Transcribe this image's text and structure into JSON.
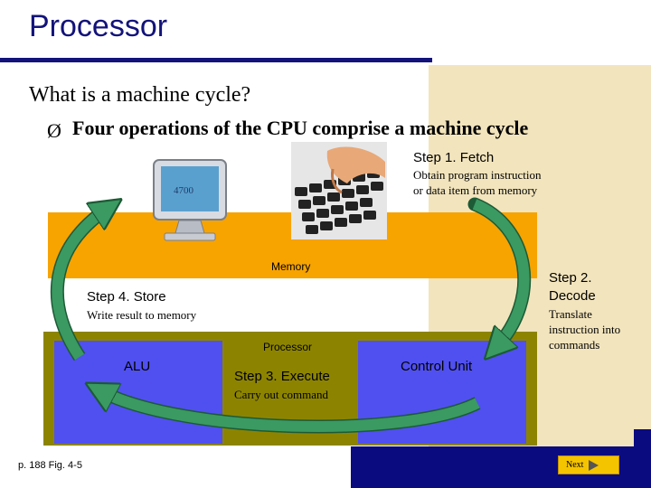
{
  "title": "Processor",
  "question": "What is a machine cycle?",
  "bullet": {
    "marker": "Ø",
    "text": "Four operations of the CPU comprise a machine cycle"
  },
  "memory_label": "Memory",
  "processor_label": "Processor",
  "alu_label": "ALU",
  "control_unit_label": "Control Unit",
  "monitor_text": "4700",
  "steps": {
    "fetch": {
      "title": "Step 1.  Fetch",
      "desc_l1": "Obtain program instruction",
      "desc_l2": "or data item from memory"
    },
    "decode": {
      "title_l1": "Step 2.",
      "title_l2": "Decode",
      "desc_l1": "Translate",
      "desc_l2": "instruction into",
      "desc_l3": "commands"
    },
    "execute": {
      "title": "Step 3. Execute",
      "desc": "Carry out command"
    },
    "store": {
      "title": "Step 4. Store",
      "desc": "Write result to memory"
    }
  },
  "figure_ref": "p. 188 Fig. 4-5",
  "next_button": "Next",
  "colors": {
    "title": "#13137a",
    "memory": "#f7a300",
    "processor": "#8c8400",
    "unit": "#5050f0",
    "arrow": "#3a9a62",
    "navy": "#0b0b80",
    "beige": "#f2e4bc"
  }
}
